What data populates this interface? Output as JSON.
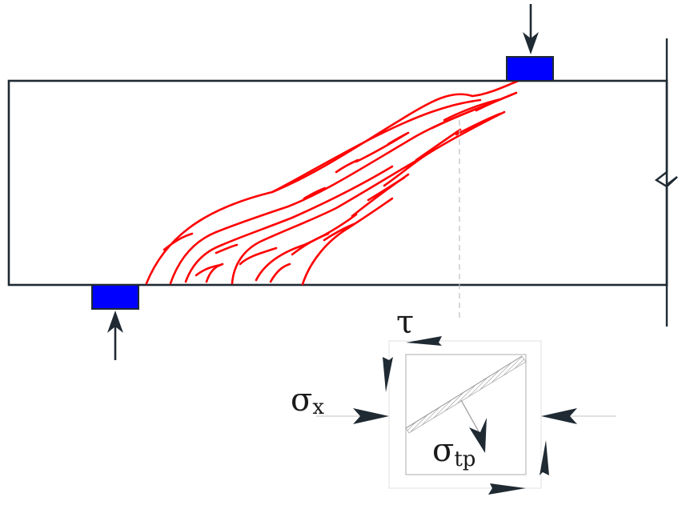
{
  "diagram": {
    "labels": {
      "tau": "τ",
      "sigma_x_main": "σ",
      "sigma_x_sub": "x",
      "sigma_tp_main": "σ",
      "sigma_tp_sub": "tp"
    },
    "colors": {
      "beam_outline": "#1f2a33",
      "crack": "#ff0000",
      "support_plate": "#0000ff",
      "arrow": "#1f2a33",
      "element_outline": "#c8c8c8",
      "guide_dash": "#bdbdbd"
    },
    "icons": {
      "load": "arrow-down-icon",
      "reaction": "arrow-up-icon"
    }
  }
}
